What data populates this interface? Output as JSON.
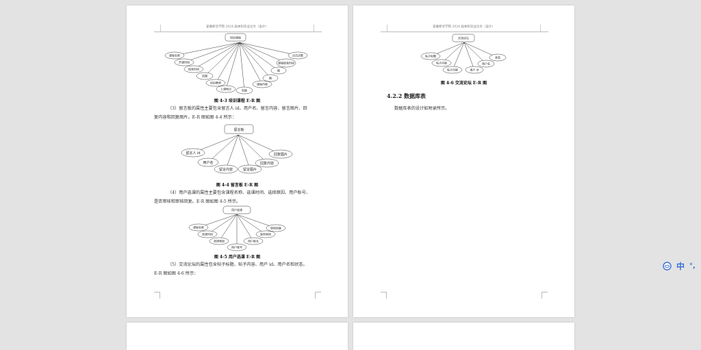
{
  "document": {
    "header_text": "安徽新华学院 2024 届本科毕业论文（设计）",
    "pages": [
      {
        "figures": [
          {
            "id": "fig-4-3",
            "caption": "图 4-3 培训课程 E-R 图",
            "entity": "培训课程",
            "attributes": [
              "课程名称",
              "开课时间",
              "结束时间",
              "范围",
              "培训教师",
              "上课地点",
              "封面",
              "课程内容",
              "图",
              "图",
              "课程结束时间",
              "点击次数"
            ]
          },
          {
            "id": "fig-4-4",
            "caption": "图 4-4 留言板 E-R 图",
            "entity": "留言板",
            "attributes": [
              "留言人 id",
              "用户名",
              "留言内容",
              "留言图片",
              "回复内容",
              "回复图片"
            ]
          },
          {
            "id": "fig-4-5",
            "caption": "图 4-5 用户选课 E-R 图",
            "entity": "用户选课",
            "attributes": [
              "课程名称",
              "选课时间",
              "选择原因",
              "用户账号",
              "用户姓名",
              "是否审核",
              "审核回复"
            ]
          }
        ],
        "paragraphs": [
          {
            "line1": "（3）留言板的属性主要包含留言人 id、用户名、留言内容、留言图片、回",
            "line2": "复内容和回复图片。E-R 图如图 4-4 所示："
          },
          {
            "line1": "（4）用户选课的属性主要包含课程名称、选课时间、选择原因、用户账号、",
            "line2": "是否审核和审核回复。E-R 图如图 4-5 所示。"
          },
          {
            "line1": "（5）交流论坛的属性包含帖子标题、帖子内容、用户 id、用户名和状态。",
            "line2": "E-R 图如图 4-6 所示："
          }
        ]
      },
      {
        "figures": [
          {
            "id": "fig-4-6",
            "caption": "图 4-6 交流论坛 E-R 图",
            "entity": "交流论坛",
            "attributes": [
              "帖子标题",
              "帖子内容",
              "帖子内容",
              "用户 id",
              "用户名",
              "状态"
            ]
          }
        ],
        "section_heading": "4.2.2  数据库表",
        "section_body": "数据库表的设计如附录所示。"
      }
    ]
  },
  "ime_toolbar": {
    "logo_icon": "ime-logo-icon",
    "mode_label": "中",
    "punct_label": "°,"
  },
  "colors": {
    "background": "#e3e3e3",
    "page": "#ffffff",
    "ime_accent": "#3a6fd8"
  }
}
